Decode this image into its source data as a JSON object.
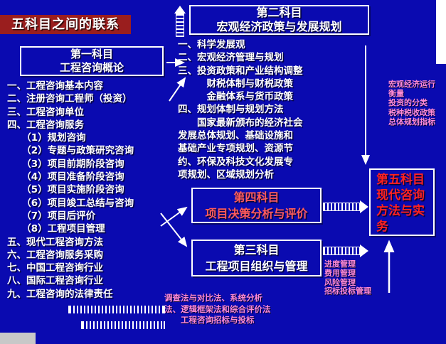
{
  "slide": {
    "title": "五科目之间的联系"
  },
  "colors": {
    "background": "#0a0ab0",
    "title_background": "#9a1e1e",
    "primary_text": "#ffffff",
    "subject4_text": "#ff5c5c",
    "subject5_text": "#ff2222",
    "annotation_text": "#ff8ad6"
  },
  "subject1": {
    "name": "第一科目",
    "subtitle": "工程咨询概论",
    "items": [
      "一、工程咨询基本内容",
      "二、注册咨询工程师（投资）",
      "三、工程咨询单位",
      "四、工程咨询服务",
      "　　（1）规划咨询",
      "　　（2）专题与政策研究咨询",
      "　　（3）项目前期阶段咨询",
      "　　（4）项目准备阶段咨询",
      "　　（5）项目实施阶段咨询",
      "　　（6）项目竣工总结与咨询",
      "　　（7）项目后评价",
      "　　（8）工程项目管理",
      "五、现代工程咨询方法",
      "六、工程咨询服务采购",
      "七、中国工程咨询行业",
      "八、国际工程咨询行业",
      "九、工程咨询的法律责任"
    ]
  },
  "subject2": {
    "name": "第二科目",
    "subtitle": "宏观经济政策与发展规划",
    "items": [
      "一、科学发展观",
      "二、宏观经济管理与规划",
      "三、投资政策和产业结构调整",
      "　　　财税体制与财税政策",
      "　　　金融体系与货币政策",
      "四、规划体制与规划方法",
      "　　国家最新颁布的经济社会",
      "发展总体规划、基础设施和",
      "基础产业专项规划、资源节",
      "约、环保及科技文化发展专",
      "项规划、区域规划分析"
    ]
  },
  "subject3": {
    "name": "第三科目",
    "subtitle": "工程项目组织与管理"
  },
  "subject4": {
    "name": "第四科目",
    "subtitle": "项目决策分析与评价"
  },
  "subject5": {
    "lines": [
      "第五科目",
      "现代咨询",
      "方法与实",
      "务"
    ]
  },
  "annotations": {
    "macro": [
      "宏观经济运行",
      "衡量",
      "投资的分类",
      "税种税收政策",
      "总体规划指标"
    ],
    "management": [
      "进度管理",
      "费用管理",
      "风险管理",
      "招标投标管理"
    ],
    "methods": [
      "调查法与对比法、系统分析",
      "法、逻辑框架法和综合评价法",
      "　　工程咨询招标与投标"
    ]
  }
}
